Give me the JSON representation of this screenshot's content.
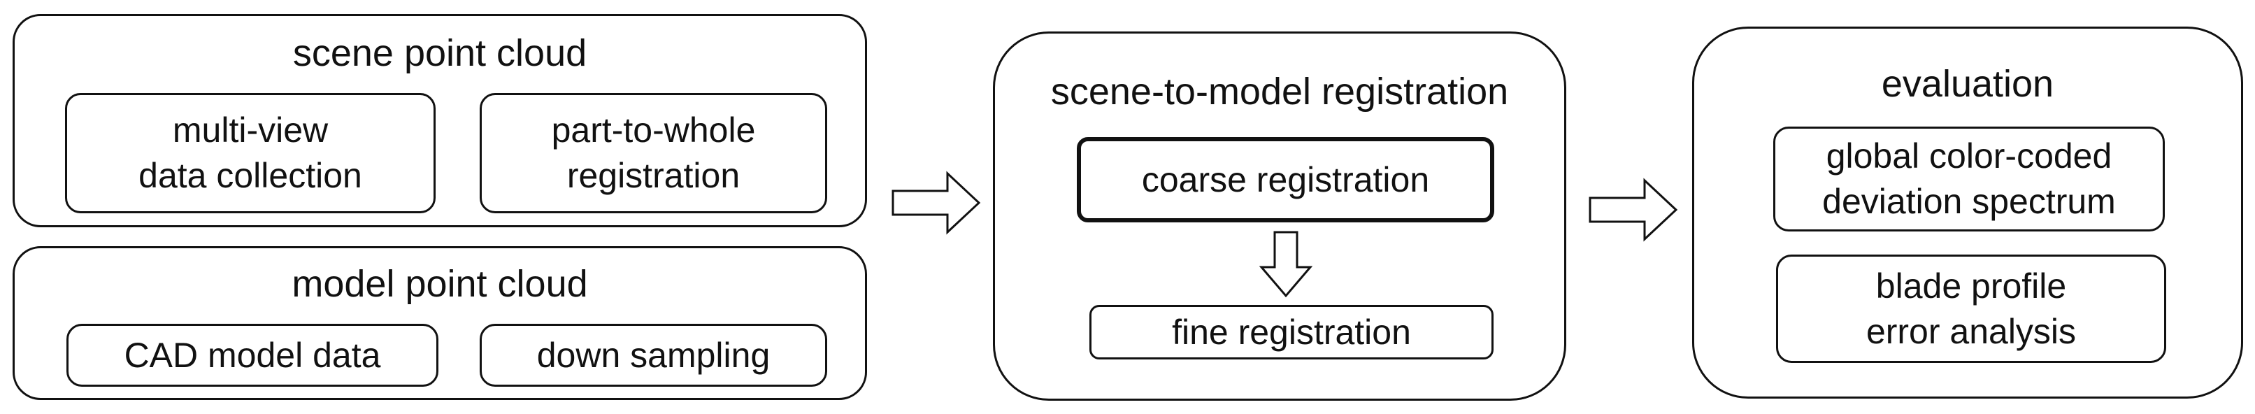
{
  "scene_group": {
    "title": "scene point cloud",
    "item1": "multi-view\ndata collection",
    "item2": "part-to-whole\nregistration"
  },
  "model_group": {
    "title": "model point cloud",
    "item1": "CAD model data",
    "item2": "down sampling"
  },
  "registration_group": {
    "title": "scene-to-model registration",
    "coarse": "coarse registration",
    "fine": "fine registration"
  },
  "evaluation_group": {
    "title": "evaluation",
    "item1": "global color-coded\ndeviation spectrum",
    "item2": "blade profile\nerror analysis"
  }
}
